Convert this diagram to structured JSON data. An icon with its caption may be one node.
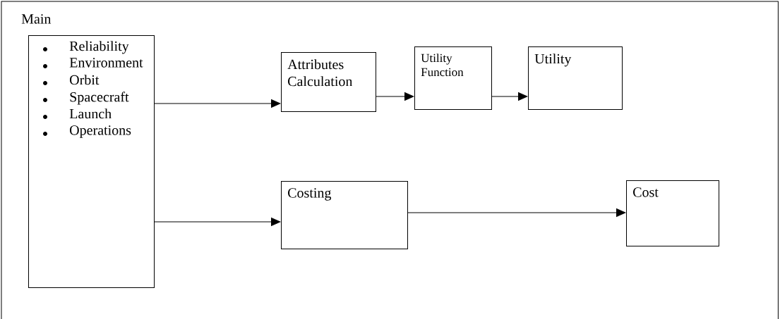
{
  "diagram": {
    "nodes": [
      {
        "text": [
          "Main"
        ]
      },
      {
        "text": [
          "Reliability",
          "Environment",
          "Orbit",
          "Spacecraft",
          "Launch",
          "Operations"
        ],
        "in": 0
      },
      {
        "text": [
          "Attributes Calculation"
        ],
        "in": 0
      },
      {
        "text": [
          "Utility Function"
        ],
        "in": 0
      },
      {
        "text": [
          "Utility"
        ],
        "in": 0
      },
      {
        "text": [
          "Costing"
        ],
        "in": 0
      },
      {
        "text": [
          "Cost"
        ],
        "in": 0
      }
    ],
    "edges": [
      {
        "from": 1,
        "to": 2,
        "arrow": "to"
      },
      {
        "from": 2,
        "to": 3,
        "arrow": "to"
      },
      {
        "from": 3,
        "to": 4,
        "arrow": "to"
      },
      {
        "from": 1,
        "to": 5,
        "arrow": "to"
      },
      {
        "from": 5,
        "to": 6,
        "arrow": "to"
      }
    ]
  }
}
